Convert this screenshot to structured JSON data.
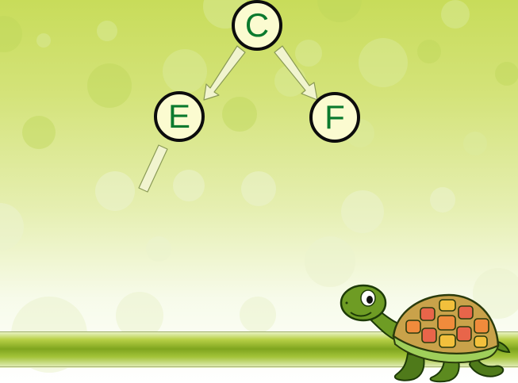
{
  "tree": {
    "nodes": [
      {
        "id": "C",
        "label": "C"
      },
      {
        "id": "E",
        "label": "E"
      },
      {
        "id": "F",
        "label": "F"
      }
    ],
    "edges": [
      {
        "from": "C",
        "to": "E",
        "style": "arrow"
      },
      {
        "from": "C",
        "to": "F",
        "style": "arrow"
      },
      {
        "from": "E",
        "to": "",
        "style": "partial-branch"
      }
    ]
  },
  "colors": {
    "node_fill": "#fbfbd0",
    "node_border": "#0c0c0c",
    "node_text": "#0b7a2e",
    "arrow_fill": "#f1f4cf",
    "arrow_stroke": "#8a9a55",
    "background_top": "#c8dc5a",
    "ground": "#7fa51e"
  },
  "decorations": {
    "character": "cartoon-turtle",
    "background": "green-bokeh-circles"
  }
}
